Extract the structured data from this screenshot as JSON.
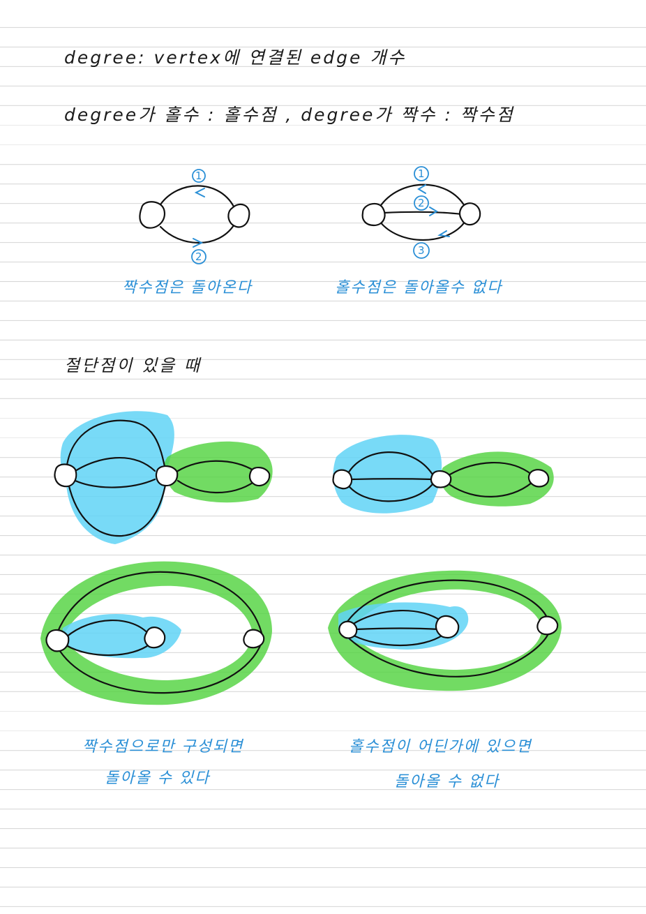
{
  "definition_line": "degree: vertex에 연결된 edge 개수",
  "classification_line": "degree가 홀수 : 홀수점 , degree가 짝수 : 짝수점",
  "caption_even_returns": "짝수점은 돌아온다",
  "caption_odd_cannot_return": "홀수점은 돌아올수 없다",
  "cut_vertex_heading": "절단점이 있을 때",
  "caption_even_only_line1": "짝수점으로만 구성되면",
  "caption_even_only_line2": "돌아올 수 있다",
  "caption_odd_exists_line1": "홀수점이 어딘가에 있으면",
  "caption_odd_exists_line2": "돌아올 수 없다",
  "edge_numbers": [
    "1",
    "2",
    "3"
  ],
  "colors": {
    "ink": "#111111",
    "blue_ink": "#2a8fd6",
    "blue_highlight": "#60d3f6",
    "green_highlight": "#4fd23c",
    "ruled_line": "#d7d7d7"
  }
}
